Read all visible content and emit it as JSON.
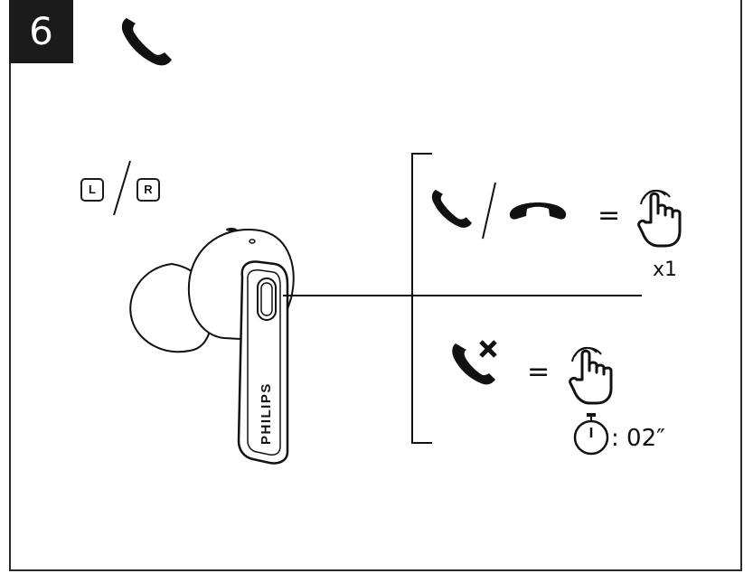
{
  "step": {
    "number": "6",
    "icon": "phone-icon"
  },
  "sides": {
    "left": "L",
    "right": "R",
    "separator": "/"
  },
  "earbud": {
    "brand": "PHILIPS"
  },
  "actions": [
    {
      "name": "answer-or-end-call",
      "icons": [
        "phone-icon",
        "hang-up-icon"
      ],
      "separator": "/",
      "equals": "=",
      "gesture": "tap-icon",
      "count": "x1"
    },
    {
      "name": "reject-call",
      "icons": [
        "reject-call-icon"
      ],
      "equals": "=",
      "gesture": "tap-icon",
      "duration": ": 02″",
      "timer_icon": "stopwatch-icon"
    }
  ]
}
